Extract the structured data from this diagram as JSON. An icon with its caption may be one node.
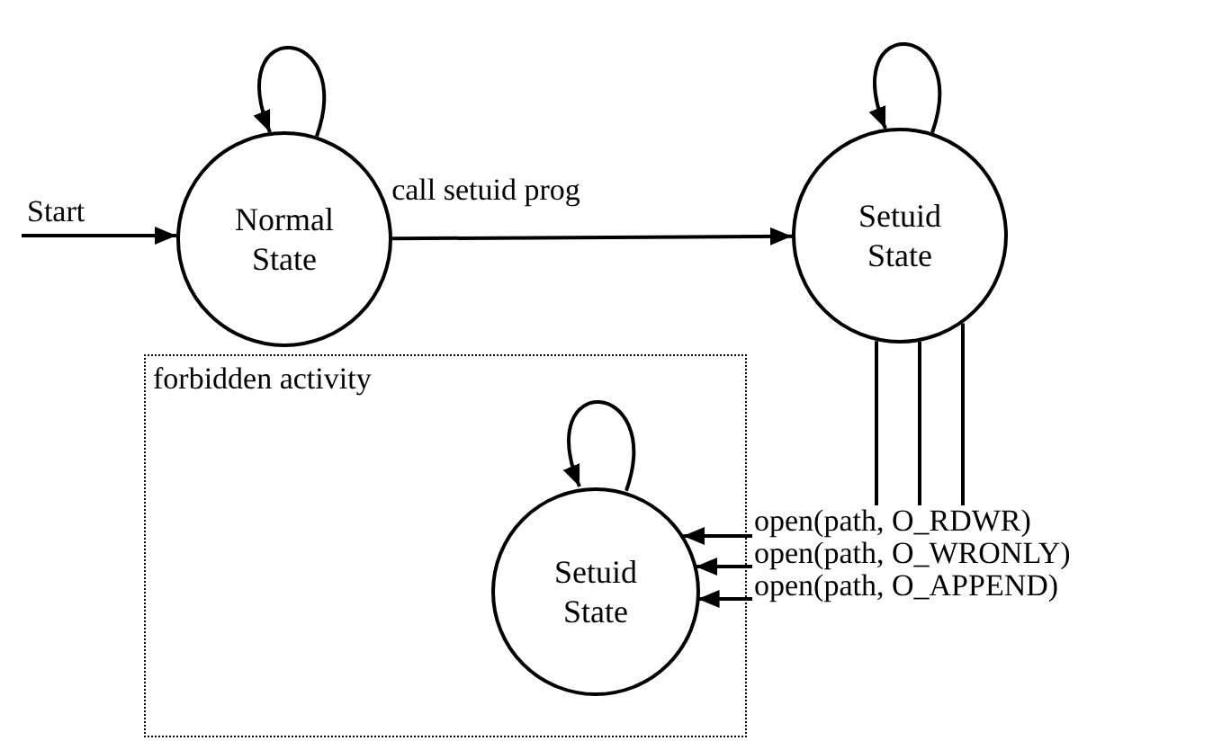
{
  "diagram": {
    "nodes": [
      {
        "text": [
          "Normal State"
        ]
      },
      {
        "text": [
          "Setuid State"
        ]
      },
      {
        "text": [
          "forbidden activity"
        ]
      },
      {
        "text": [
          "Setuid State"
        ],
        "in": 2
      }
    ],
    "edges": [
      {
        "from": null,
        "to": 0,
        "arrow": "to",
        "label": "Start"
      },
      {
        "from": 0,
        "to": 0,
        "arrow": "to"
      },
      {
        "from": 0,
        "to": 1,
        "arrow": "to",
        "label": "call setuid prog"
      },
      {
        "from": 1,
        "to": 1,
        "arrow": "to"
      },
      {
        "from": 3,
        "to": 3,
        "arrow": "to"
      },
      {
        "from": 1,
        "to": 3,
        "arrow": "to",
        "label": "open(path, O_RDWR)"
      },
      {
        "from": 1,
        "to": 3,
        "arrow": "to",
        "label": "open(path, O_WRONLY)"
      },
      {
        "from": 1,
        "to": 3,
        "arrow": "to",
        "label": "open(path, O_APPEND)"
      }
    ]
  }
}
